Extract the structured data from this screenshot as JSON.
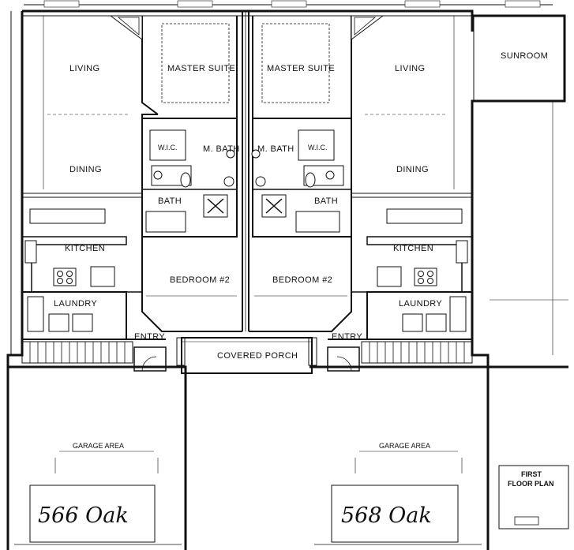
{
  "units": {
    "left": {
      "living": "LIVING",
      "master_suite": "MASTER SUITE",
      "wic": "W.I.C.",
      "m_bath": "M. BATH",
      "dining": "DINING",
      "bath": "BATH",
      "kitchen": "KITCHEN",
      "bedroom2": "BEDROOM #2",
      "laundry": "LAUNDRY",
      "entry": "ENTRY",
      "garage_area": "GARAGE AREA",
      "address": "566 Oak"
    },
    "right": {
      "living": "LIVING",
      "master_suite": "MASTER SUITE",
      "wic": "W.I.C.",
      "m_bath": "M. BATH",
      "dining": "DINING",
      "bath": "BATH",
      "kitchen": "KITCHEN",
      "bedroom2": "BEDROOM #2",
      "laundry": "LAUNDRY",
      "entry": "ENTRY",
      "garage_area": "GARAGE AREA",
      "address": "568 Oak",
      "sunroom": "SUNROOM"
    }
  },
  "covered_porch": "COVERED PORCH",
  "title_block": {
    "line1": "FIRST",
    "line2": "FLOOR PLAN"
  }
}
